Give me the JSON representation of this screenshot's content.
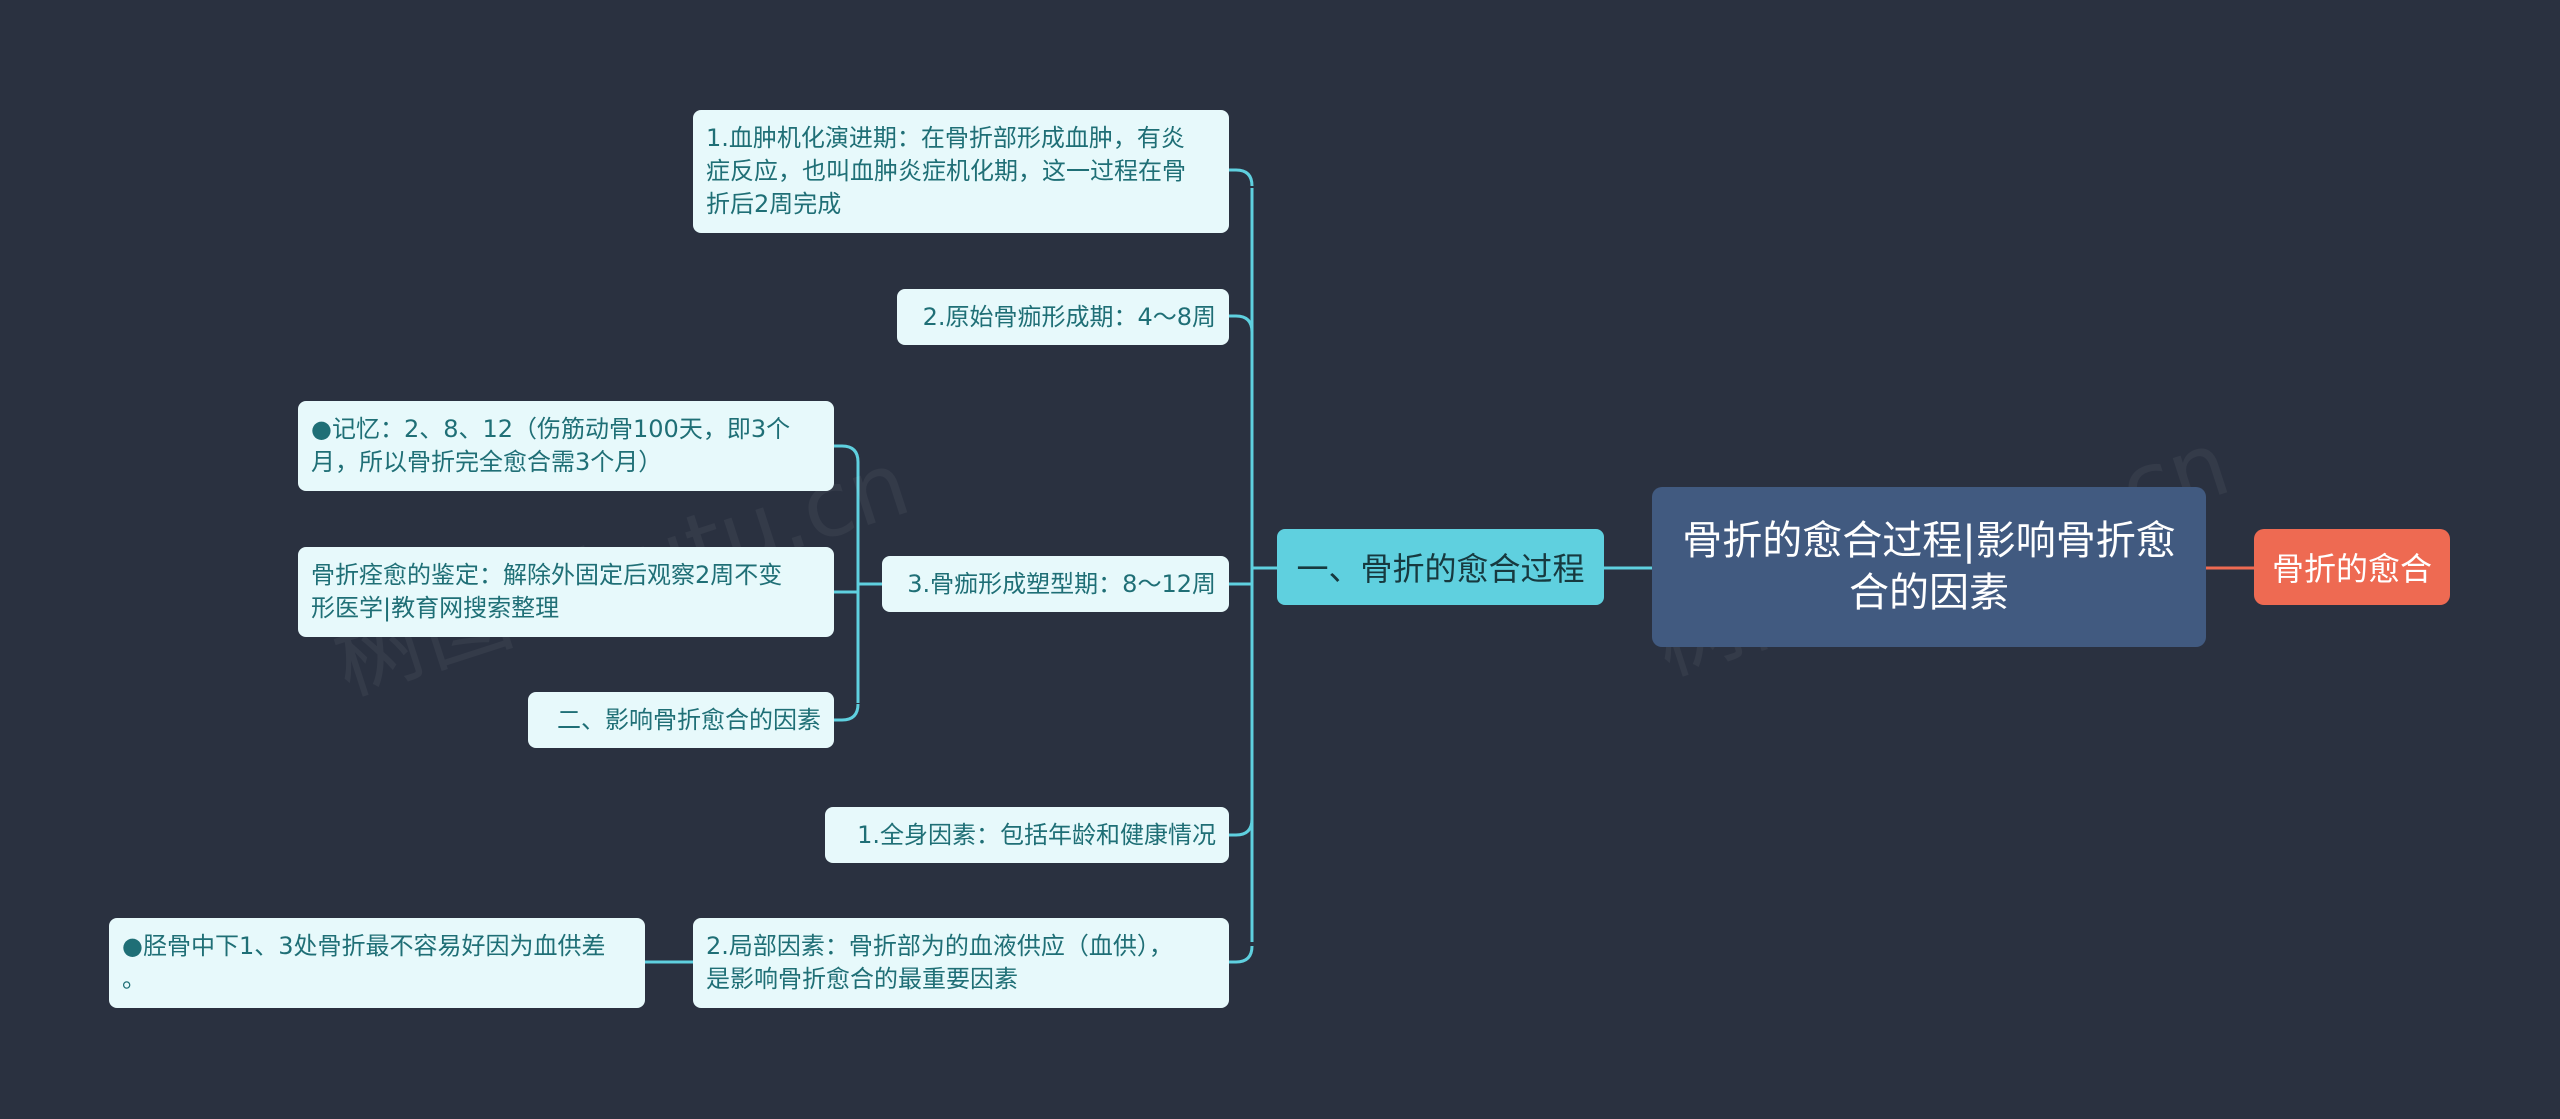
{
  "root": {
    "title": "骨折的愈合过程|影响骨折愈合的因素"
  },
  "tag": {
    "label": "骨折的愈合"
  },
  "branch": {
    "label": "一、骨折的愈合过程"
  },
  "items": {
    "hematoma": "1.血肿机化演进期：在骨折部形成血肿，有炎\n症反应，也叫血肿炎症机化期，这一过程在骨\n折后2周完成",
    "callus": "2.原始骨痂形成期：4～8周",
    "remodel": "3.骨痂形成塑型期：8～12周",
    "systemic": "1.全身因素：包括年龄和健康情况",
    "local": "2.局部因素：骨折部为的血液供应（血供），\n是影响骨折愈合的最重要因素"
  },
  "subitems": {
    "memory": "●记忆：2、8、12（伤筋动骨100天，即3个\n月，所以骨折完全愈合需3个月）",
    "criteria": "骨折痊愈的鉴定：解除外固定后观察2周不变\n形医学|教育网搜索整理",
    "factors": "二、影响骨折愈合的因素",
    "tibia": "●胫骨中下1、3处骨折最不容易好因为血供差\n。"
  },
  "watermark": {
    "text": "树图 shutu.cn"
  },
  "colors": {
    "background": "#2a3140",
    "connector": "#5fd0df",
    "root": "#415a80",
    "branch": "#5fd0df",
    "leaf": "#e7f9fb",
    "tag": "#ee6a52"
  }
}
